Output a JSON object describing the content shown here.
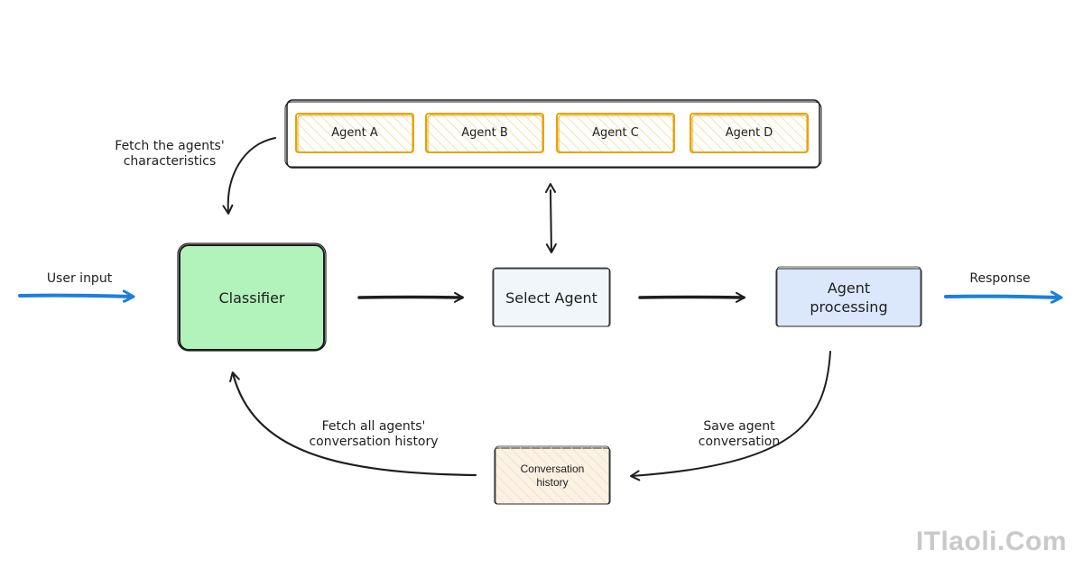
{
  "colors": {
    "classifier_fill": "#b2f2bb",
    "select_agent_fill": "#f1f6fb",
    "agent_processing_fill": "#dbe8fb",
    "conversation_fill": "#fbf1e4",
    "agent_stroke": "#e8a300",
    "agent_hatch": "#f6e7b8",
    "arrow_blue": "#1c7ee0",
    "arrow_black": "#1e1e1e"
  },
  "agents": [
    "Agent A",
    "Agent B",
    "Agent C",
    "Agent D"
  ],
  "nodes": {
    "classifier": "Classifier",
    "select_agent": "Select Agent",
    "agent_processing": "Agent\nprocessing",
    "conversation_history": "Conversation\nhistory"
  },
  "labels": {
    "user_input": "User input",
    "response": "Response",
    "fetch_characteristics": "Fetch the agents'\ncharacteristics",
    "fetch_history": "Fetch all agents'\nconversation history",
    "save_conversation": "Save agent\nconversation"
  },
  "watermark": "ITlaoli.Com"
}
